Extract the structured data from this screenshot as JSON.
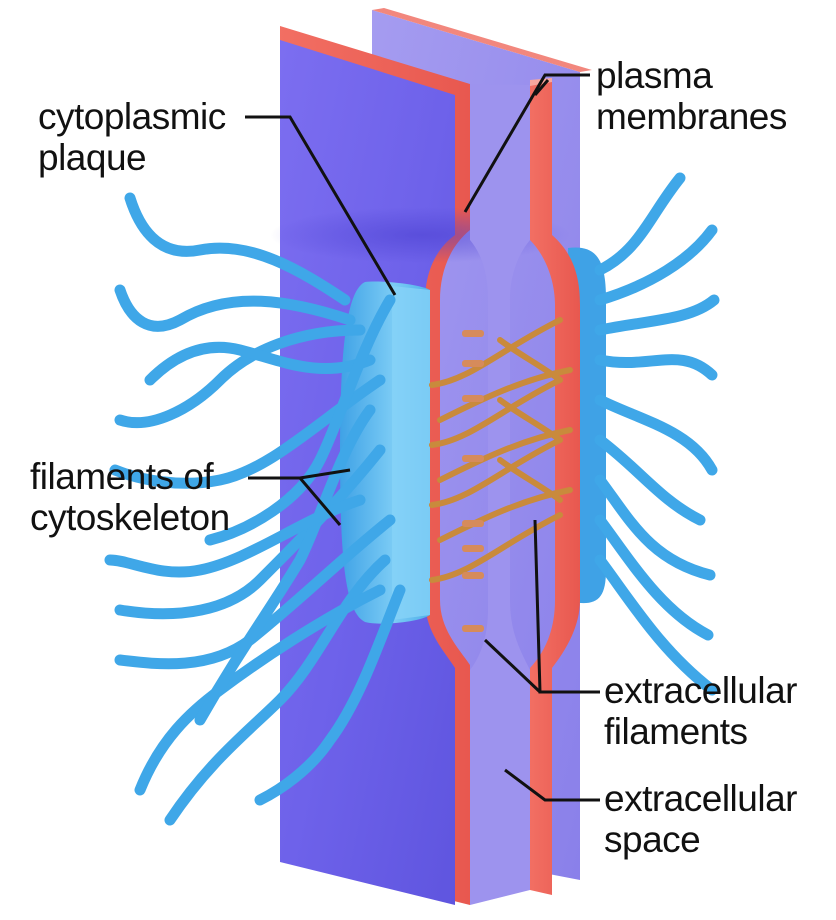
{
  "labels": {
    "cytoplasmic_plaque": [
      "cytoplasmic",
      "plaque"
    ],
    "plasma_membranes": [
      "plasma",
      "membranes"
    ],
    "filaments_of_cytoskeleton": [
      "filaments of",
      "cytoskeleton"
    ],
    "extracellular_filaments": [
      "extracellular",
      "filaments"
    ],
    "extracellular_space": [
      "extracellular",
      "space"
    ]
  },
  "colors": {
    "membrane": "#f06a60",
    "plaque": "#4faee8",
    "filament": "#3fa7e8",
    "linker": "#c98a3c",
    "leader": "#111111"
  }
}
